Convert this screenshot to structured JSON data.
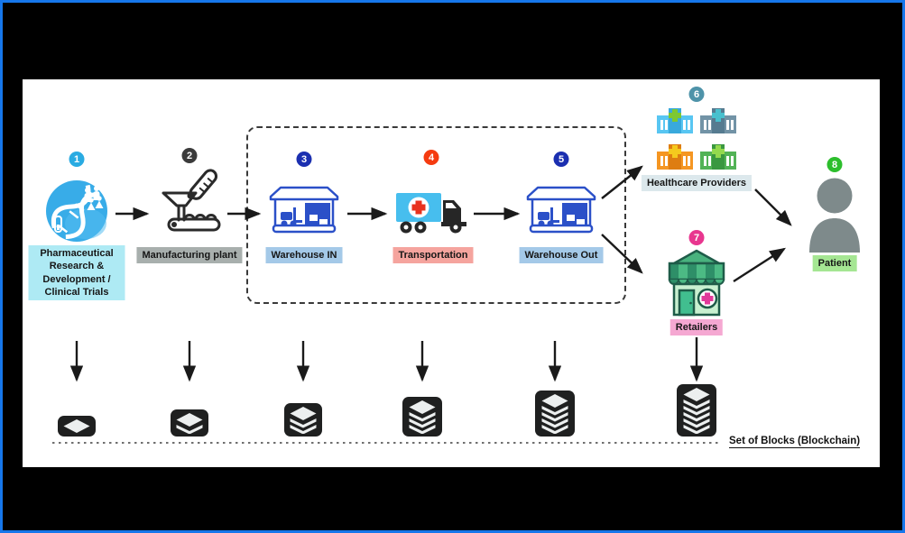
{
  "figure": {
    "stages": [
      {
        "number": "1",
        "name": "Pharmaceutical Research & Development / Clinical Trials",
        "badge_color": "#29ABE2",
        "label_bg": "#AEEAF4",
        "icon": "dna-research-icon"
      },
      {
        "number": "2",
        "name": "Manufacturing plant",
        "badge_color": "#3B3B3B",
        "label_bg": "#A8AFAD",
        "icon": "manufacturing-icon"
      },
      {
        "number": "3",
        "name": "Warehouse IN",
        "badge_color": "#1B2FB0",
        "label_bg": "#A4C9E8",
        "icon": "warehouse-icon"
      },
      {
        "number": "4",
        "name": "Transportation",
        "badge_color": "#F53B10",
        "label_bg": "#F5A49E",
        "icon": "medical-truck-icon"
      },
      {
        "number": "5",
        "name": "Warehouse Out",
        "badge_color": "#1B2FB0",
        "label_bg": "#A4C9E8",
        "icon": "warehouse-icon"
      },
      {
        "number": "6",
        "name": "Healthcare Providers",
        "badge_color": "#4E93A9",
        "label_bg": "#DCE8EC",
        "icon": "hospitals-icon"
      },
      {
        "number": "7",
        "name": "Retailers",
        "badge_color": "#E8368F",
        "label_bg": "#F5A8D2",
        "icon": "pharmacy-store-icon"
      },
      {
        "number": "8",
        "name": "Patient",
        "badge_color": "#2DBE2D",
        "label_bg": "#A5E693",
        "icon": "person-icon"
      }
    ],
    "blockchain": {
      "caption": "Set of Blocks (Blockchain)",
      "blocks": [
        {
          "layers": 1
        },
        {
          "layers": 2
        },
        {
          "layers": 3
        },
        {
          "layers": 4
        },
        {
          "layers": 5
        },
        {
          "layers": 6
        }
      ]
    }
  }
}
